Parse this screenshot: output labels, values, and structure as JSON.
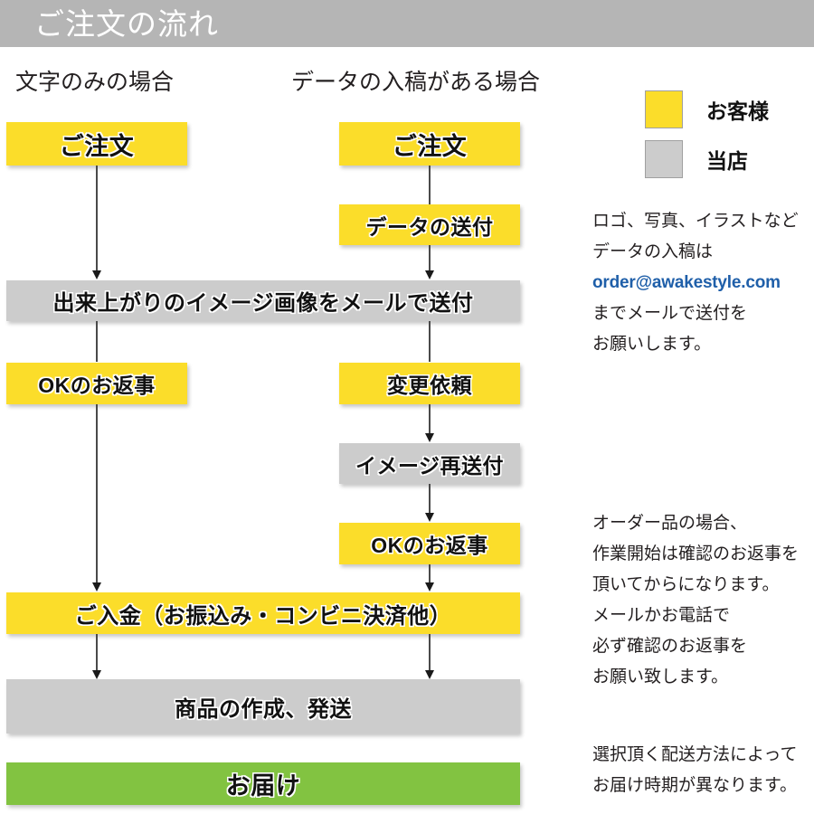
{
  "header": {
    "title": "ご注文の流れ"
  },
  "columns": {
    "left_heading": "文字のみの場合",
    "right_heading": "データの入稿がある場合"
  },
  "legend": {
    "items": [
      {
        "label": "お客様",
        "color": "#fbdd2a"
      },
      {
        "label": "当店",
        "color": "#cccccc"
      }
    ]
  },
  "flow": {
    "left": [
      {
        "label": "ご注文",
        "color": "#fbdd2a",
        "owner": "お客様"
      },
      {
        "label": "OKのお返事",
        "color": "#fbdd2a",
        "owner": "お客様"
      }
    ],
    "right": [
      {
        "label": "ご注文",
        "color": "#fbdd2a",
        "owner": "お客様"
      },
      {
        "label": "データの送付",
        "color": "#fbdd2a",
        "owner": "お客様"
      },
      {
        "label": "変更依頼",
        "color": "#fbdd2a",
        "owner": "お客様"
      },
      {
        "label": "イメージ再送付",
        "color": "#cccccc",
        "owner": "当店"
      },
      {
        "label": "OKのお返事",
        "color": "#fbdd2a",
        "owner": "お客様"
      }
    ],
    "shared": [
      {
        "label": "出来上がりのイメージ画像をメールで送付",
        "color": "#cccccc",
        "owner": "当店"
      },
      {
        "label": "ご入金（お振込み・コンビニ決済他）",
        "color": "#fbdd2a",
        "owner": "お客様"
      },
      {
        "label": "商品の作成、発送",
        "color": "#cccccc",
        "owner": "当店"
      },
      {
        "label": "お届け",
        "color": "#82c341",
        "owner": "当店"
      }
    ]
  },
  "notes": [
    {
      "lines": [
        "ロゴ、写真、イラストなど",
        "データの入稿は",
        "order@awakestyle.com",
        "までメールで送付を",
        "お願いします。"
      ],
      "email_line_index": 2,
      "email_color": "#1f5fa9"
    },
    {
      "lines": [
        "オーダー品の場合、",
        "作業開始は確認のお返事を",
        "頂いてからになります。",
        "メールかお電話で",
        "必ず確認のお返事を",
        "お願い致します。"
      ]
    },
    {
      "lines": [
        "選択頂く配送方法によって",
        "お届け時期が異なります。"
      ]
    }
  ]
}
